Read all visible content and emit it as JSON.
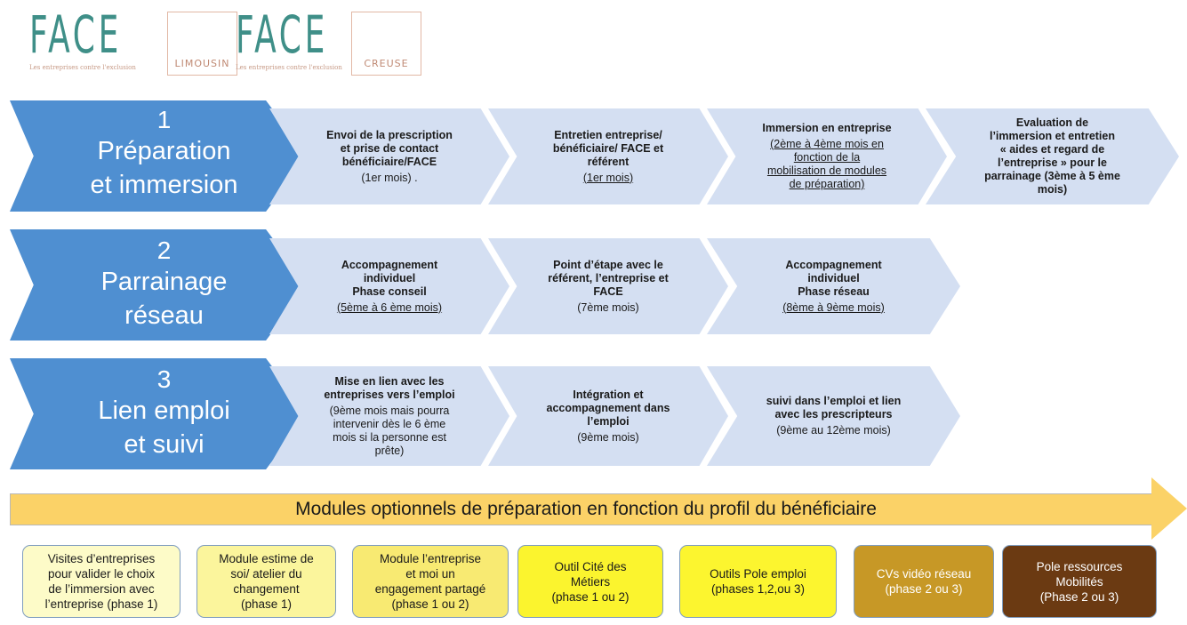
{
  "logos": [
    {
      "name": "FACE",
      "region": "LIMOUSIN",
      "tagline": "Les entreprises contre l'exclusion"
    },
    {
      "name": "FACE",
      "region": "CREUSE",
      "tagline": "Les entreprises contre l'exclusion"
    }
  ],
  "phases": [
    {
      "number": "1",
      "title": "Préparation\net immersion",
      "steps": [
        {
          "title": "Envoi de la prescription\net prise de contact\nbénéficiaire/FACE",
          "sub": "(1er mois)  ."
        },
        {
          "title": "Entretien entreprise/\nbénéficiaire/ FACE et\nréférent",
          "sub": "(1er mois)"
        },
        {
          "title": "Immersion en entreprise",
          "sub": "(2ème à 4ème mois en\nfonction de la\nmobilisation de modules\nde préparation)"
        },
        {
          "title": "Evaluation de\nl’immersion et entretien\n« aides et regard de\nl’entreprise » pour le\nparrainage (3ème à 5 ème\nmois)",
          "sub": ""
        }
      ]
    },
    {
      "number": "2",
      "title": "Parrainage\nréseau",
      "steps": [
        {
          "title": "Accompagnement\nindividuel\nPhase conseil",
          "sub": "(5ème à 6 ème mois)"
        },
        {
          "title": "Point d’étape avec le\nréférent, l’entreprise et\nFACE",
          "sub": "(7ème mois)"
        },
        {
          "title": "Accompagnement\nindividuel\nPhase réseau",
          "sub": "(8ème à 9ème mois)"
        }
      ]
    },
    {
      "number": "3",
      "title": "Lien emploi\net suivi",
      "steps": [
        {
          "title": "Mise en lien avec les\nentreprises vers l’emploi",
          "sub": "(9ème mois mais pourra\nintervenir dès le 6 ème\nmois si la personne est\nprête)"
        },
        {
          "title": "Intégration et\naccompagnement dans\nl’emploi",
          "sub": "(9ème mois)"
        },
        {
          "title": "suivi dans l’emploi et lien\navec les prescripteurs",
          "sub": "(9ème au 12ème mois)"
        }
      ]
    }
  ],
  "modules_banner": "Modules optionnels de préparation en fonction du profil du bénéficiaire",
  "modules": [
    {
      "text": "Visites d’entreprises\npour valider le choix\nde l’immersion avec\nl’entreprise (phase 1)",
      "color": "#fdfbc8",
      "text_color": "#1a1a1a"
    },
    {
      "text": "Module estime de\nsoi/ atelier du\nchangement\n(phase 1)",
      "color": "#fbf59c",
      "text_color": "#1a1a1a"
    },
    {
      "text": "Module l’entreprise\net moi un\nengagement partagé\n(phase 1 ou 2)",
      "color": "#f8ea72",
      "text_color": "#1a1a1a"
    },
    {
      "text": "Outil Cité des\nMétiers\n(phase 1 ou 2)",
      "color": "#fbf42e",
      "text_color": "#1a1a1a"
    },
    {
      "text": "Outils Pole emploi\n(phases 1,2,ou 3)",
      "color": "#fcf52f",
      "text_color": "#1a1a1a"
    },
    {
      "text": "CVs vidéo réseau\n(phase 2 ou 3)",
      "color": "#c79826",
      "text_color": "#ffffff"
    },
    {
      "text": "Pole ressources\nMobilités\n(Phase 2 ou 3)",
      "color": "#6b3a12",
      "text_color": "#ffffff"
    }
  ],
  "colors": {
    "phase_arrow": "#4f8fd1",
    "step_chevron": "#d4dff2",
    "banner": "#fbd267",
    "logo": "#3f8f88"
  }
}
